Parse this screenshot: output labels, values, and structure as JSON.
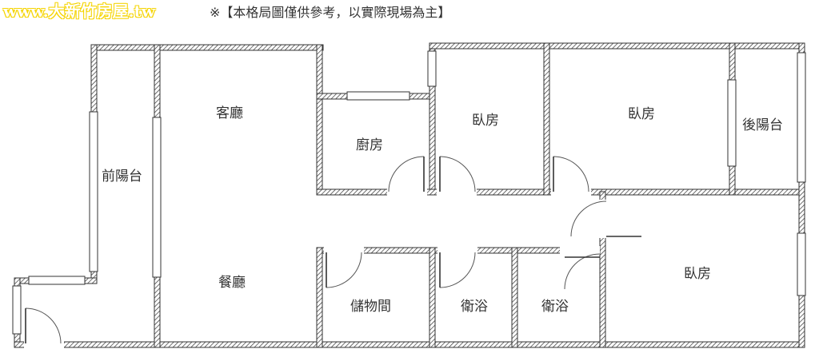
{
  "brand": "www.大新竹房屋.tw",
  "note": "※【本格局圖僅供參考，以實際現場為主】",
  "colors": {
    "wall_stroke": "#333333",
    "brand_outline": "#f5d400",
    "text": "#333333"
  },
  "rooms": {
    "living_room": "客廳",
    "dining_room": "餐廳",
    "front_balcony": "前陽台",
    "kitchen": "廚房",
    "bedroom_1": "臥房",
    "bedroom_2": "臥房",
    "back_balcony": "後陽台",
    "bedroom_3": "臥房",
    "storage": "儲物間",
    "bathroom_1": "衛浴",
    "bathroom_2": "衛浴"
  }
}
